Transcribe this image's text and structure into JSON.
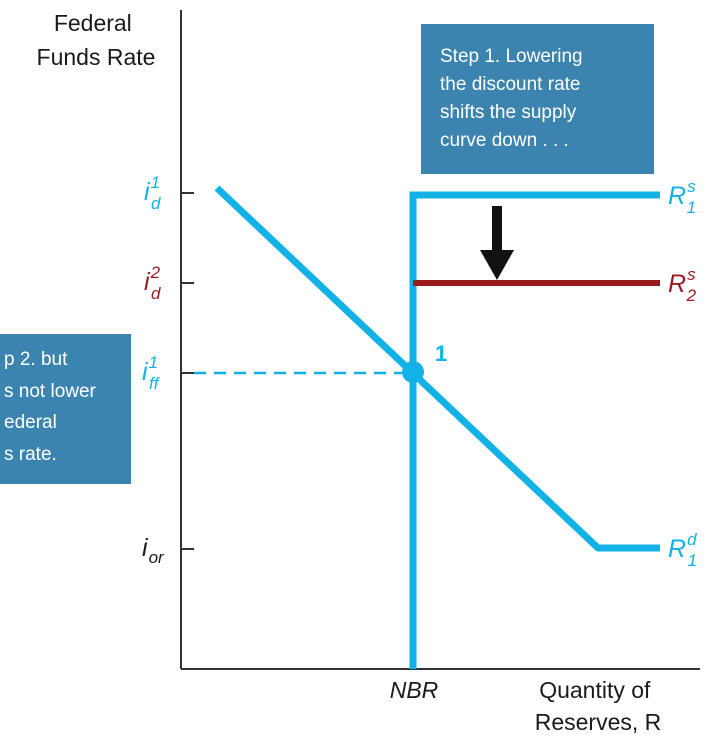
{
  "y_axis_title": [
    "Federal",
    "Funds Rate"
  ],
  "x_axis_title": [
    "Quantity of",
    "Reserves, R"
  ],
  "x_tick_label": "NBR",
  "y_tick_labels": {
    "id1": {
      "main": "i",
      "sub": "d",
      "sup": "1"
    },
    "id2": {
      "main": "i",
      "sub": "d",
      "sup": "2"
    },
    "iff1": {
      "main": "i",
      "sub": "ff",
      "sup": "1"
    },
    "ior": {
      "main": "i",
      "sub": "or"
    }
  },
  "curve_labels": {
    "rs1": {
      "main": "R",
      "sub": "1",
      "sup": "s"
    },
    "rs2": {
      "main": "R",
      "sub": "2",
      "sup": "s"
    },
    "rd1": {
      "main": "R",
      "sub": "1",
      "sup": "d"
    }
  },
  "equilibrium_label": "1",
  "step1_box": [
    "Step 1. Lowering",
    "the discount rate",
    "shifts the supply",
    "curve down . . ."
  ],
  "step2_box": [
    "p 2. but",
    "s not lower",
    "ederal",
    "s rate."
  ],
  "colors": {
    "blue": "#12b1e6",
    "red": "#9b1b1e",
    "box": "#3c84b0",
    "axis": "#333333",
    "arrow": "#111111"
  }
}
